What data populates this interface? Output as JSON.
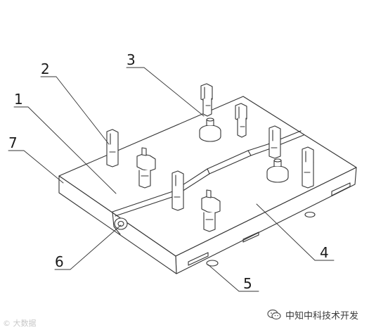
{
  "callouts": {
    "c1": "1",
    "c2": "2",
    "c3": "3",
    "c4": "4",
    "c5": "5",
    "c6": "6",
    "c7": "7"
  },
  "watermark": {
    "left": "© 大数据",
    "right": "中知中科技术开发",
    "icon": "wechat-logo"
  },
  "colors": {
    "line": "#333333"
  }
}
